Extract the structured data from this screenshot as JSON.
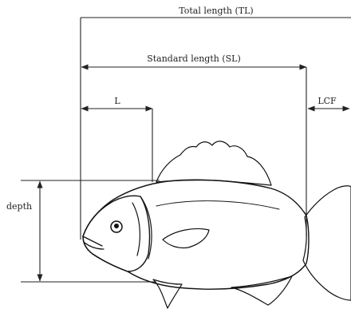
{
  "labels": {
    "total_length": "Total length (TL)",
    "standard_length": "Standard length (SL)",
    "l": "L",
    "lcf": "LCF",
    "depth": "depth"
  },
  "colors": {
    "ink": "#111111",
    "background": "#ffffff"
  },
  "figure": {
    "subject": "fish-illustration"
  }
}
